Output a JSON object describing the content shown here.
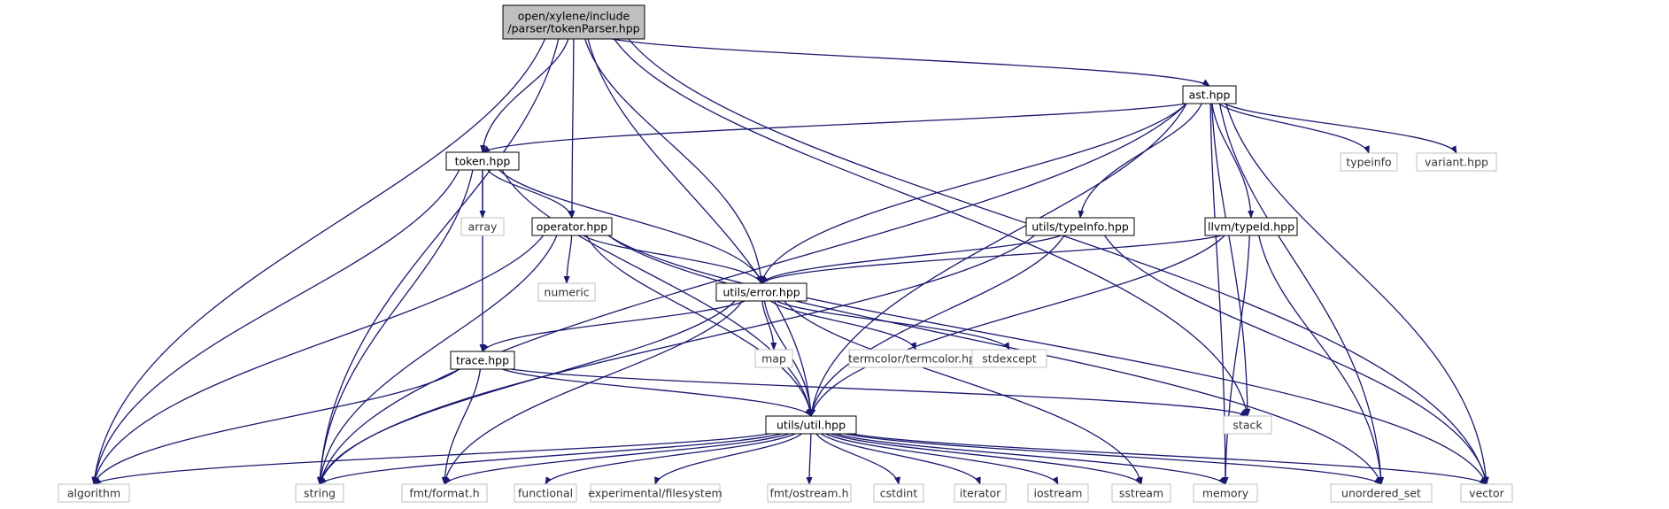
{
  "diagram": {
    "root": "open/xylene/include/parser/tokenParser.hpp",
    "colors": {
      "edge": "#191970",
      "root_fill": "#bfbfbf",
      "root_border": "#000000",
      "internal_border": "#000000",
      "external_border": "#bfbfbf",
      "text": "#000000"
    },
    "nodes": [
      {
        "id": "root",
        "lines": [
          "open/xylene/include",
          "/parser/tokenParser.hpp"
        ],
        "kind": "root"
      },
      {
        "id": "ast",
        "lines": [
          "ast.hpp"
        ],
        "kind": "internal"
      },
      {
        "id": "token",
        "lines": [
          "token.hpp"
        ],
        "kind": "internal"
      },
      {
        "id": "typeinfo",
        "lines": [
          "typeinfo"
        ],
        "kind": "external"
      },
      {
        "id": "variant",
        "lines": [
          "variant.hpp"
        ],
        "kind": "external"
      },
      {
        "id": "array",
        "lines": [
          "array"
        ],
        "kind": "external"
      },
      {
        "id": "operator",
        "lines": [
          "operator.hpp"
        ],
        "kind": "internal"
      },
      {
        "id": "typeInfo",
        "lines": [
          "utils/typeInfo.hpp"
        ],
        "kind": "internal"
      },
      {
        "id": "typeId",
        "lines": [
          "llvm/typeId.hpp"
        ],
        "kind": "internal"
      },
      {
        "id": "numeric",
        "lines": [
          "numeric"
        ],
        "kind": "external"
      },
      {
        "id": "error",
        "lines": [
          "utils/error.hpp"
        ],
        "kind": "internal"
      },
      {
        "id": "map",
        "lines": [
          "map"
        ],
        "kind": "external"
      },
      {
        "id": "termcolor",
        "lines": [
          "termcolor/termcolor.hpp"
        ],
        "kind": "external"
      },
      {
        "id": "stdexcept",
        "lines": [
          "stdexcept"
        ],
        "kind": "external"
      },
      {
        "id": "trace",
        "lines": [
          "trace.hpp"
        ],
        "kind": "internal"
      },
      {
        "id": "stack",
        "lines": [
          "stack"
        ],
        "kind": "external"
      },
      {
        "id": "util",
        "lines": [
          "utils/util.hpp"
        ],
        "kind": "internal"
      },
      {
        "id": "algorithm",
        "lines": [
          "algorithm"
        ],
        "kind": "external"
      },
      {
        "id": "string",
        "lines": [
          "string"
        ],
        "kind": "external"
      },
      {
        "id": "fmtformat",
        "lines": [
          "fmt/format.h"
        ],
        "kind": "external"
      },
      {
        "id": "functional",
        "lines": [
          "functional"
        ],
        "kind": "external"
      },
      {
        "id": "filesystem",
        "lines": [
          "experimental/filesystem"
        ],
        "kind": "external"
      },
      {
        "id": "fmtostream",
        "lines": [
          "fmt/ostream.h"
        ],
        "kind": "external"
      },
      {
        "id": "cstdint",
        "lines": [
          "cstdint"
        ],
        "kind": "external"
      },
      {
        "id": "iterator",
        "lines": [
          "iterator"
        ],
        "kind": "external"
      },
      {
        "id": "iostream",
        "lines": [
          "iostream"
        ],
        "kind": "external"
      },
      {
        "id": "sstream",
        "lines": [
          "sstream"
        ],
        "kind": "external"
      },
      {
        "id": "memory",
        "lines": [
          "memory"
        ],
        "kind": "external"
      },
      {
        "id": "unordered_set",
        "lines": [
          "unordered_set"
        ],
        "kind": "external"
      },
      {
        "id": "vector",
        "lines": [
          "vector"
        ],
        "kind": "external"
      }
    ],
    "edges": [
      [
        "root",
        "ast"
      ],
      [
        "root",
        "token"
      ],
      [
        "root",
        "operator"
      ],
      [
        "root",
        "error"
      ],
      [
        "root",
        "util"
      ],
      [
        "root",
        "algorithm"
      ],
      [
        "root",
        "string"
      ],
      [
        "root",
        "stack"
      ],
      [
        "root",
        "vector"
      ],
      [
        "ast",
        "token"
      ],
      [
        "ast",
        "typeinfo"
      ],
      [
        "ast",
        "variant"
      ],
      [
        "ast",
        "typeInfo"
      ],
      [
        "ast",
        "typeId"
      ],
      [
        "ast",
        "error"
      ],
      [
        "ast",
        "util"
      ],
      [
        "ast",
        "string"
      ],
      [
        "ast",
        "memory"
      ],
      [
        "ast",
        "stack"
      ],
      [
        "ast",
        "unordered_set"
      ],
      [
        "ast",
        "vector"
      ],
      [
        "token",
        "array"
      ],
      [
        "token",
        "operator"
      ],
      [
        "token",
        "error"
      ],
      [
        "token",
        "trace"
      ],
      [
        "token",
        "util"
      ],
      [
        "token",
        "algorithm"
      ],
      [
        "token",
        "string"
      ],
      [
        "operator",
        "numeric"
      ],
      [
        "operator",
        "error"
      ],
      [
        "operator",
        "util"
      ],
      [
        "operator",
        "algorithm"
      ],
      [
        "operator",
        "string"
      ],
      [
        "operator",
        "unordered_set"
      ],
      [
        "operator",
        "vector"
      ],
      [
        "typeInfo",
        "error"
      ],
      [
        "typeInfo",
        "util"
      ],
      [
        "typeInfo",
        "string"
      ],
      [
        "typeInfo",
        "vector"
      ],
      [
        "typeId",
        "error"
      ],
      [
        "typeId",
        "util"
      ],
      [
        "typeId",
        "memory"
      ],
      [
        "typeId",
        "unordered_set"
      ],
      [
        "error",
        "map"
      ],
      [
        "error",
        "termcolor"
      ],
      [
        "error",
        "stdexcept"
      ],
      [
        "error",
        "trace"
      ],
      [
        "error",
        "util"
      ],
      [
        "error",
        "string"
      ],
      [
        "error",
        "fmtformat"
      ],
      [
        "error",
        "sstream"
      ],
      [
        "trace",
        "util"
      ],
      [
        "trace",
        "stack"
      ],
      [
        "trace",
        "algorithm"
      ],
      [
        "trace",
        "fmtformat"
      ],
      [
        "util",
        "algorithm"
      ],
      [
        "util",
        "string"
      ],
      [
        "util",
        "fmtformat"
      ],
      [
        "util",
        "functional"
      ],
      [
        "util",
        "filesystem"
      ],
      [
        "util",
        "fmtostream"
      ],
      [
        "util",
        "cstdint"
      ],
      [
        "util",
        "iterator"
      ],
      [
        "util",
        "iostream"
      ],
      [
        "util",
        "sstream"
      ],
      [
        "util",
        "memory"
      ],
      [
        "util",
        "unordered_set"
      ],
      [
        "util",
        "vector"
      ]
    ]
  }
}
